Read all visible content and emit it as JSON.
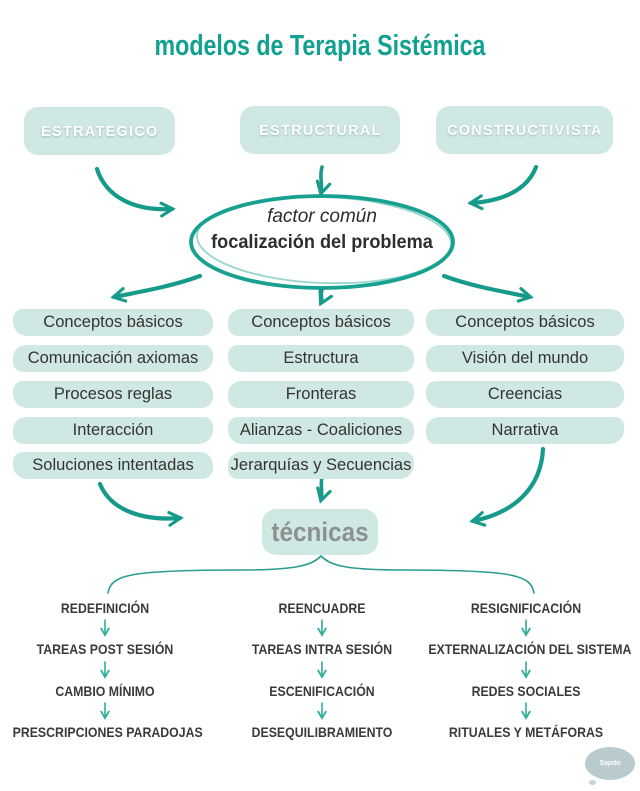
{
  "title": "modelos de Terapia Sistémica",
  "center": {
    "factor_line1": "factor común",
    "factor_line2": "focalización del problema"
  },
  "techniques_title": "técnicas",
  "models": [
    {
      "name": "ESTRATEGICO",
      "concepts": [
        "Conceptos básicos",
        "Comunicación axiomas",
        "Procesos reglas",
        "Interacción",
        "Soluciones intentadas"
      ],
      "techniques": [
        "REDEFINICIÓN",
        "TAREAS POST SESIÓN",
        "CAMBIO MÍNIMO",
        "PRESCRIPCIONES PARADOJAS"
      ]
    },
    {
      "name": "ESTRUCTURAL",
      "concepts": [
        "Conceptos básicos",
        "Estructura",
        "Fronteras",
        "Alianzas - Coaliciones",
        "Jerarquías y Secuencias"
      ],
      "techniques": [
        "REENCUADRE",
        "TAREAS INTRA SESIÓN",
        "ESCENIFICACIÓN",
        "DESEQUILIBRAMIENTO"
      ]
    },
    {
      "name": "CONSTRUCTIVISTA",
      "concepts": [
        "Conceptos básicos",
        "Visión del mundo",
        "Creencias",
        "Narrativa"
      ],
      "techniques": [
        "RESIGNIFICACIÓN",
        "EXTERNALIZACIÓN DEL SISTEMA",
        "REDES SOCIALES",
        "RITUALES Y METÁFORAS"
      ]
    }
  ],
  "watermark": "Sapito",
  "colors": {
    "accent_teal": "#12a091",
    "arrow_teal": "#169b8b",
    "small_arrow_teal": "#2fae9b",
    "box_fill": "#d0e8e4",
    "text_dark": "#333333",
    "techniques_text": "#8b9191"
  }
}
